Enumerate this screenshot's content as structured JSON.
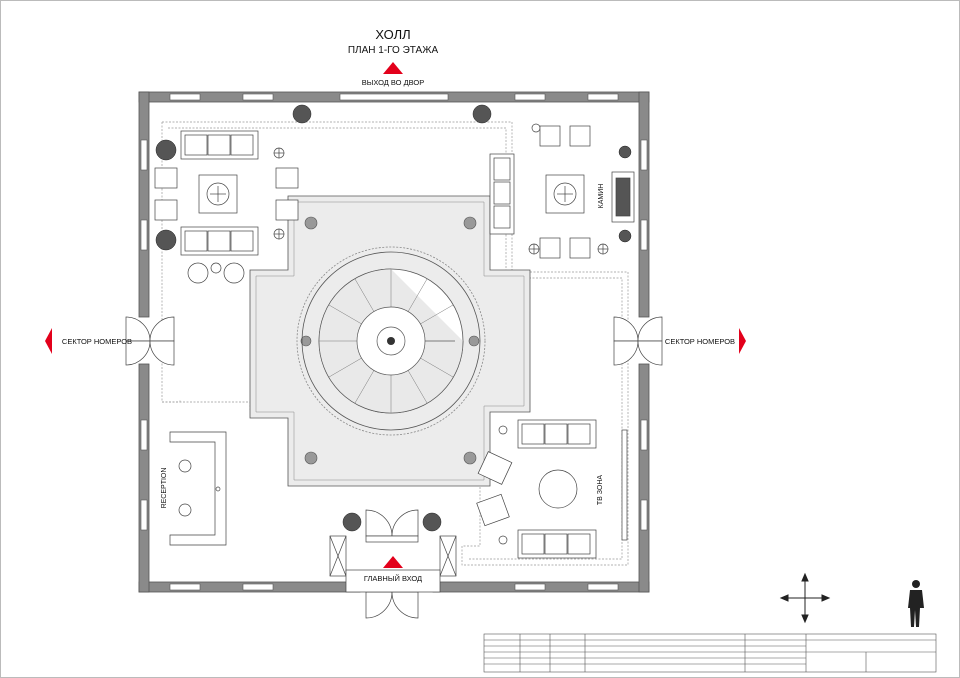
{
  "title": "ХОЛЛ",
  "subtitle": "ПЛАН 1-ГО ЭТАЖА",
  "labels": {
    "exit_yard": "ВЫХОД ВО ДВОР",
    "sector_left": "СЕКТОР НОМЕРОВ",
    "sector_right": "СЕКТОР НОМЕРОВ",
    "main_entrance": "ГЛАВНЫЙ ВХОД",
    "fireplace": "КАМИН",
    "reception": "RECEPTION",
    "tv_zone": "ТВ ЗОНА"
  },
  "colors": {
    "wall": "#8a8a8a",
    "arrow": "#e3001b",
    "floor": "#ececec",
    "line": "#333333"
  },
  "icons": {
    "compass": "cross-arrows-icon",
    "scale_figure": "human-figure-icon"
  }
}
